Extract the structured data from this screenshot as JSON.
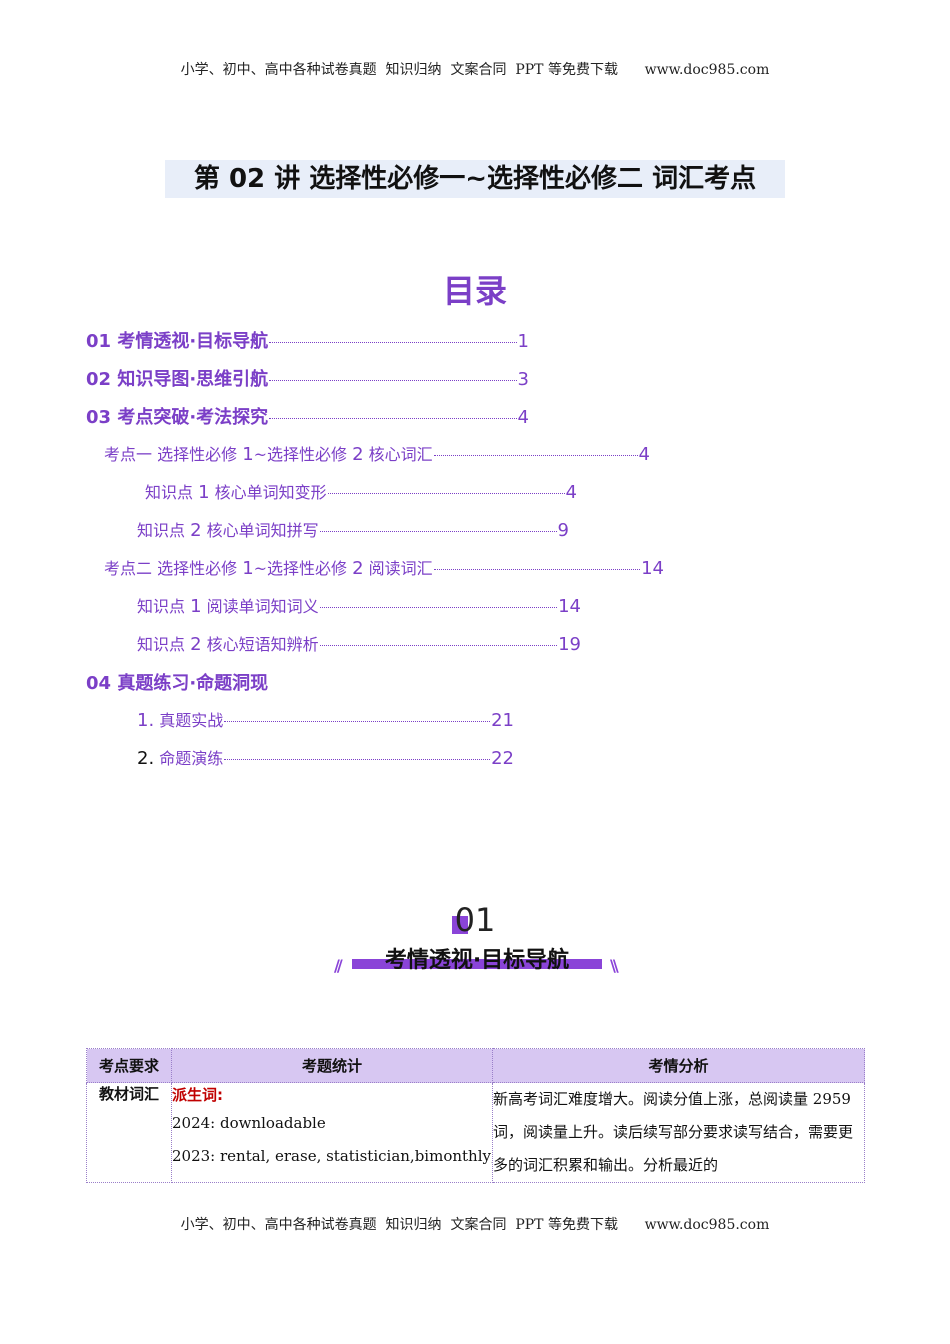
{
  "header": {
    "text": "小学、初中、高中各种试卷真题  知识归纳  文案合同  PPT 等免费下载      www.doc985.com"
  },
  "footer": {
    "text": "小学、初中、高中各种试卷真题  知识归纳  文案合同  PPT 等免费下载      www.doc985.com"
  },
  "title": "第 02 讲  选择性必修一~选择性必修二  词汇考点",
  "toc": {
    "heading": "目录",
    "entries": [
      {
        "label": "01 考情透视·目标导航",
        "page": "1"
      },
      {
        "label": "02 知识导图·思维引航",
        "page": "3"
      },
      {
        "label": "03 考点突破·考法探究",
        "page": "4"
      },
      {
        "label_pre": "考点一    选择性必修 ",
        "n1": "1",
        "mid": "~选择性必修 ",
        "n2": "2",
        "label_post": " 核心词汇",
        "page": "4"
      },
      {
        "label_pre": "知识点 ",
        "n1": "1",
        "label_post": "  核心单词知变形",
        "page": "4"
      },
      {
        "label_pre": "知识点 ",
        "n1": "2",
        "label_post": "  核心单词知拼写",
        "page": "9"
      },
      {
        "label_pre": "考点二    选择性必修 ",
        "n1": "1",
        "mid": "~选择性必修 ",
        "n2": "2",
        "label_post": " 阅读词汇",
        "page": "14"
      },
      {
        "label_pre": "知识点 ",
        "n1": "1",
        "label_post": "  阅读单词知词义",
        "page": "14"
      },
      {
        "label_pre": "知识点 ",
        "n1": "2",
        "label_post": "  核心短语知辨析",
        "page": "19"
      },
      {
        "label": "04 真题练习·命题洞现"
      },
      {
        "n1": "1.",
        "label_post": " 真题实战",
        "page": "21"
      },
      {
        "n1": "2.",
        "label_post": " 命题演练",
        "page": "22"
      }
    ]
  },
  "section": {
    "number": "01",
    "title": "考情透视·目标导航",
    "slashes_left": "//",
    "slashes_right": "\\\\"
  },
  "table": {
    "headers": [
      "考点要求",
      "考题统计",
      "考情分析"
    ],
    "row": {
      "requirement": "教材词汇",
      "stat_label": "派生词:",
      "stat_lines": [
        "2024:  downloadable",
        "2023: rental,  erase, statistician,bimonthly;"
      ],
      "analysis": "新高考词汇难度增大。阅读分值上涨，总阅读量 2959 词，阅读量上升。读后续写部分要求读写结合，需要更多的词汇积累和输出。分析最近的"
    }
  },
  "colors": {
    "accent": "#7b3fc7",
    "banner": "#8a44d8",
    "table_header": "#d7c7f2",
    "red_label": "#c00000"
  }
}
